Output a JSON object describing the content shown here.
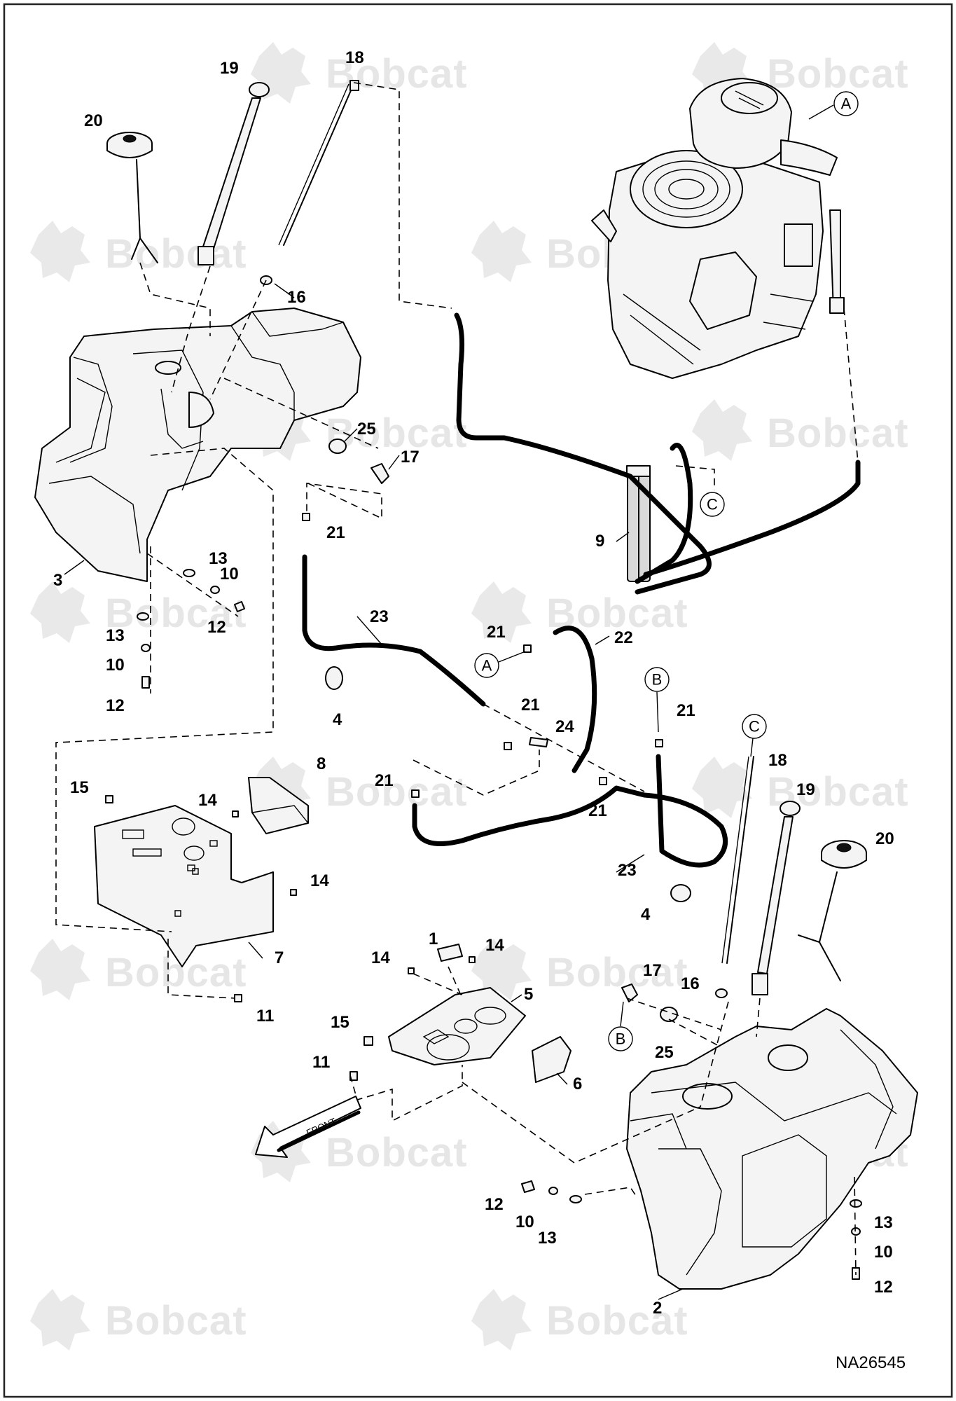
{
  "watermark": {
    "text": "Bobcat"
  },
  "diagram_code": "NA26545",
  "front_arrow": {
    "label": "FRONT"
  },
  "ref_circles": {
    "a_top": "A",
    "a_mid": "A",
    "b_mid": "B",
    "b_low": "B",
    "c_top": "C",
    "c_mid": "C"
  },
  "callouts": {
    "c1": "1",
    "c2": "2",
    "c3": "3",
    "c4a": "4",
    "c4b": "4",
    "c5": "5",
    "c6": "6",
    "c7": "7",
    "c8": "8",
    "c9": "9",
    "c10a": "10",
    "c10b": "10",
    "c10c": "10",
    "c10d": "10",
    "c11a": "11",
    "c11b": "11",
    "c12a": "12",
    "c12b": "12",
    "c12c": "12",
    "c12d": "12",
    "c13a": "13",
    "c13b": "13",
    "c13c": "13",
    "c13d": "13",
    "c14a": "14",
    "c14b": "14",
    "c14c": "14",
    "c14d": "14",
    "c15a": "15",
    "c15b": "15",
    "c16a": "16",
    "c16b": "16",
    "c17a": "17",
    "c17b": "17",
    "c18a": "18",
    "c18b": "18",
    "c19a": "19",
    "c19b": "19",
    "c20a": "20",
    "c20b": "20",
    "c21a": "21",
    "c21b": "21",
    "c21c": "21",
    "c21d": "21",
    "c21e": "21",
    "c21f": "21",
    "c22": "22",
    "c23a": "23",
    "c23b": "23",
    "c24": "24",
    "c25a": "25",
    "c25b": "25"
  }
}
